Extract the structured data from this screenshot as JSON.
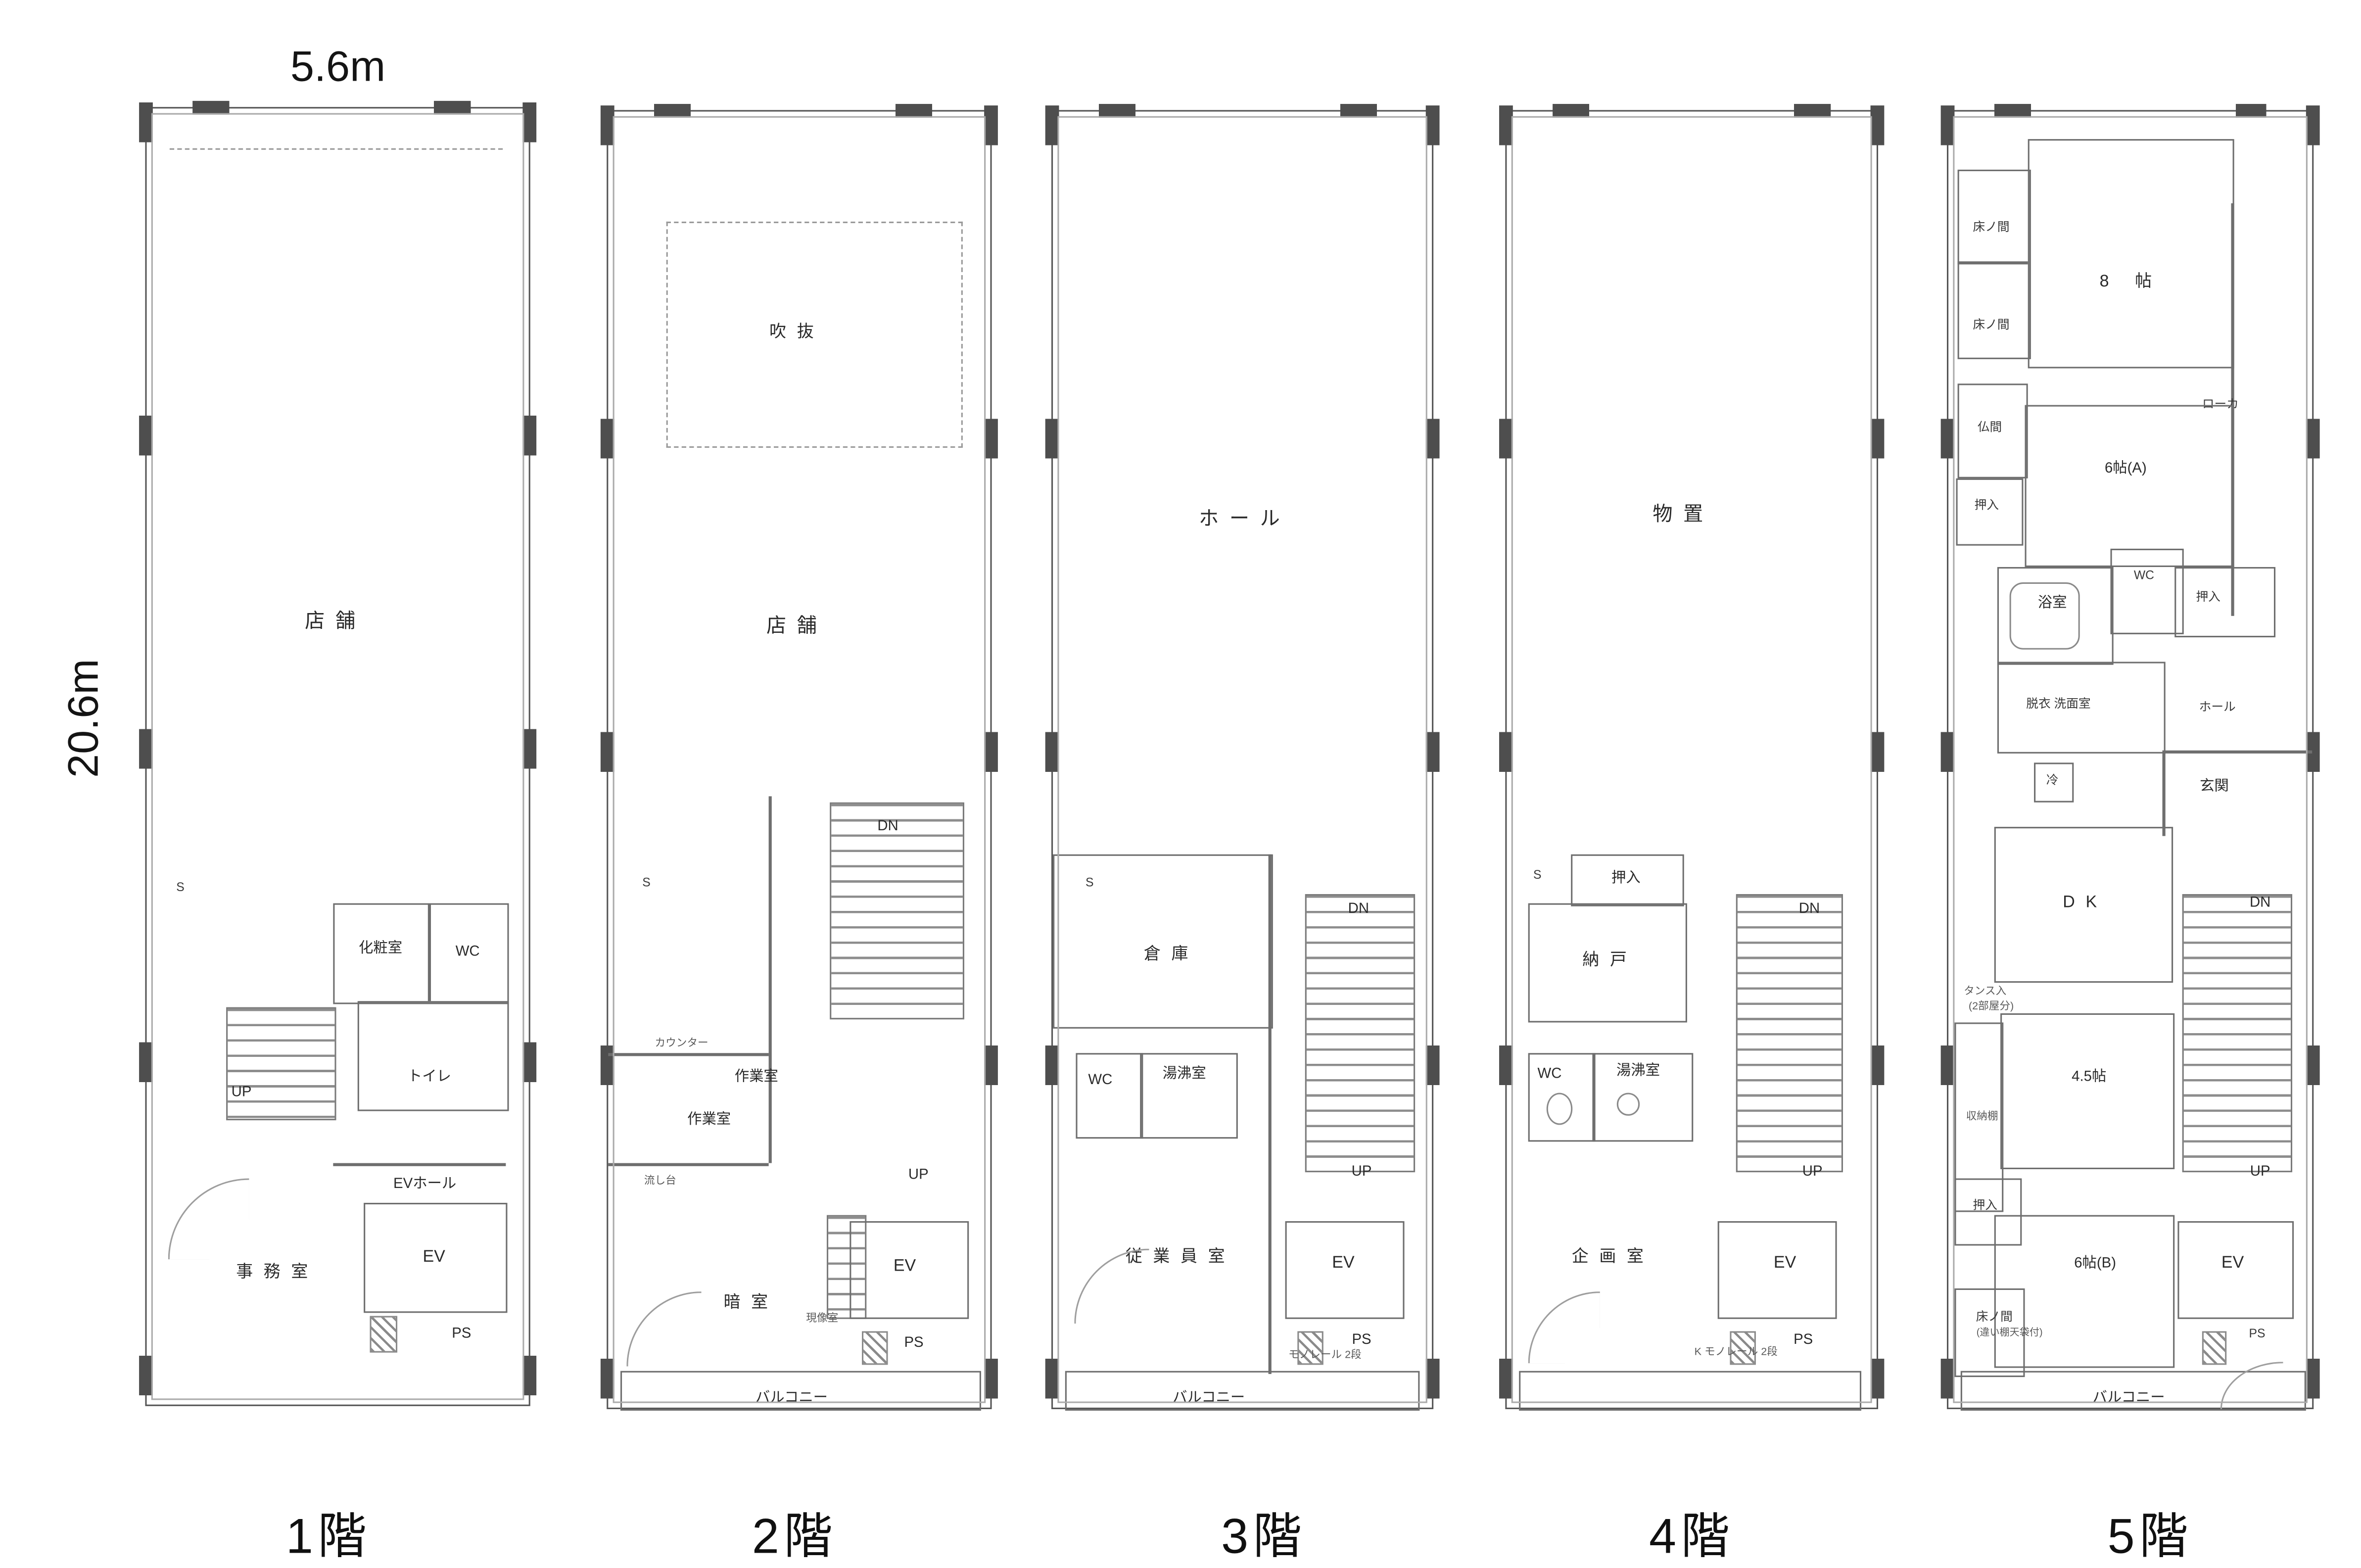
{
  "page": {
    "width_label": "5.6m",
    "depth_label": "20.6m"
  },
  "floors": [
    {
      "title": "1階",
      "labels": {
        "shop": "店舗",
        "s": "S",
        "powder": "化粧室",
        "wc": "WC",
        "toilet": "トイレ",
        "up": "UP",
        "ev_hall": "EVホール",
        "office": "事務室",
        "ev": "EV",
        "ps": "PS"
      }
    },
    {
      "title": "2階",
      "labels": {
        "void": "吹抜",
        "shop": "店舗",
        "dn": "DN",
        "s": "S",
        "counter_note": "カウンター",
        "work1": "作業室",
        "work2": "作業室",
        "sink_note": "流し台",
        "up": "UP",
        "dark": "暗室",
        "develop_note": "現像室",
        "ev": "EV",
        "ps": "PS",
        "balcony": "バルコニー"
      }
    },
    {
      "title": "3階",
      "labels": {
        "hall": "ホール",
        "s": "S",
        "storage": "倉庫",
        "dn": "DN",
        "wc": "WC",
        "kitchenette": "湯沸室",
        "up": "UP",
        "staff": "従業員室",
        "ev": "EV",
        "ps": "PS",
        "note": "モノレール 2段",
        "balcony": "バルコニー"
      }
    },
    {
      "title": "4階",
      "labels": {
        "storeroom": "物置",
        "s": "S",
        "oshiire": "押入",
        "nando": "納戸",
        "dn": "DN",
        "wc": "WC",
        "kitchenette": "湯沸室",
        "up": "UP",
        "planning": "企画室",
        "ev": "EV",
        "ps": "PS",
        "note": "K モノレール 2段"
      }
    },
    {
      "title": "5階",
      "labels": {
        "tokonoma1": "床ノ間",
        "room8": "8 帖",
        "tokonoma2": "床ノ間",
        "butsuma": "仏間",
        "corridor": "ローカ",
        "room6a": "6帖(A)",
        "oshiire1": "押入",
        "bath": "浴室",
        "wc": "WC",
        "oshiire2": "押入",
        "washroom": "脱衣 洗面室",
        "hall": "ホール",
        "fridge": "冷",
        "entrance": "玄関",
        "dk": "DK",
        "dn": "DN",
        "tansu_note1": "タンス入",
        "tansu_note2": "(2部屋分)",
        "closet_wall": "収納棚",
        "room45": "4.5帖",
        "up": "UP",
        "oshiire3": "押入",
        "room6b": "6帖(B)",
        "ev": "EV",
        "tokonoma3": "床ノ間",
        "tokonoma3_note": "(違い棚天袋付)",
        "ps": "PS",
        "balcony": "バルコニー"
      }
    }
  ]
}
